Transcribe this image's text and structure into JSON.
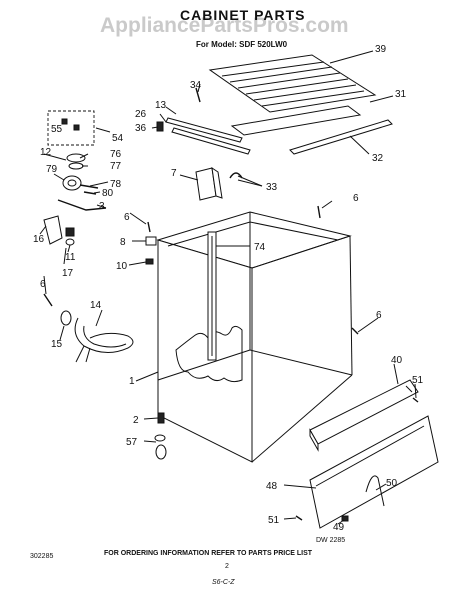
{
  "header": {
    "title": "CABINET PARTS",
    "model_line": "For Model: SDF 520LW0",
    "watermark": "AppliancePartsPros.com"
  },
  "callouts": [
    "39",
    "34",
    "31",
    "13",
    "26",
    "36",
    "32",
    "7",
    "33",
    "55",
    "54",
    "12",
    "76",
    "77",
    "79",
    "78",
    "80",
    "3",
    "6",
    "8",
    "74",
    "10",
    "16",
    "11",
    "17",
    "14",
    "15",
    "1",
    "40",
    "51",
    "2",
    "57",
    "48",
    "50",
    "49"
  ],
  "footer": {
    "doc_number": "302285",
    "drawing_number": "DW 2285",
    "order_note": "FOR ORDERING INFORMATION REFER TO PARTS PRICE LIST",
    "page_number": "2",
    "signature": "S6-C-Z"
  }
}
